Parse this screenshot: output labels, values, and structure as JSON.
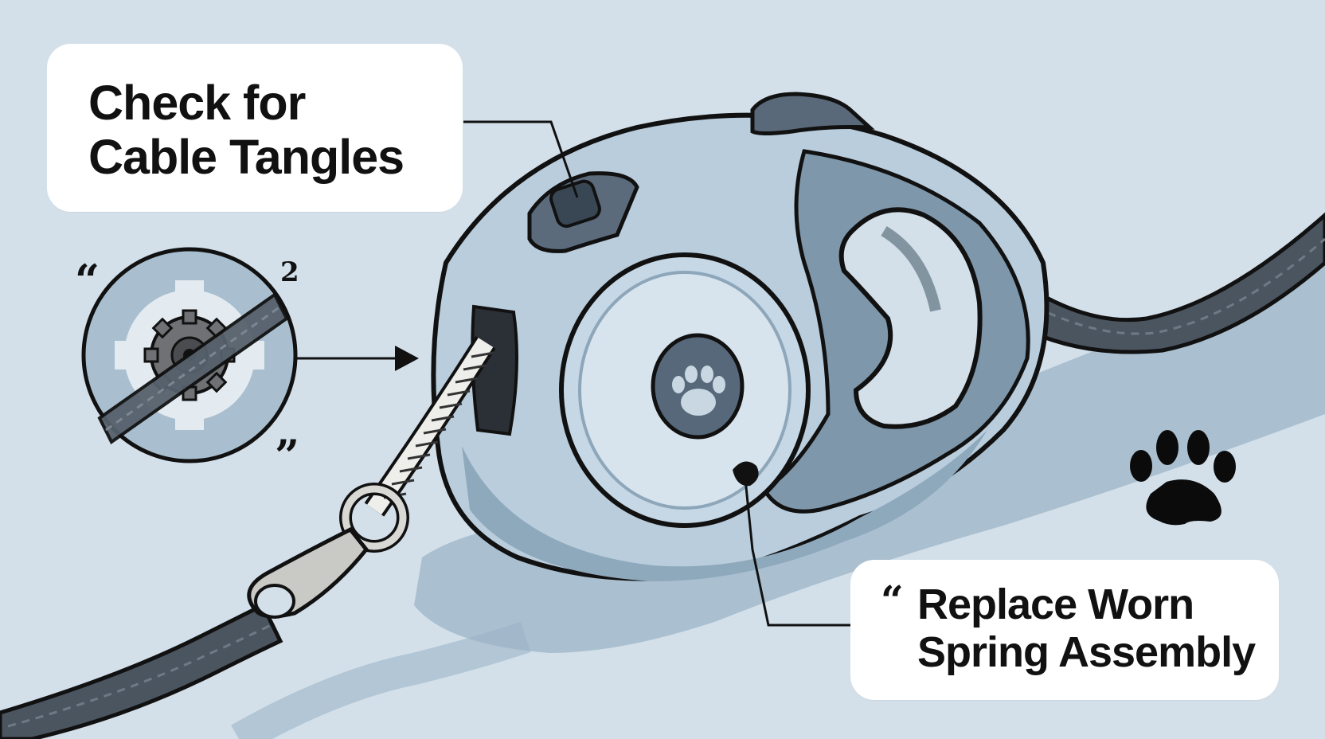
{
  "callouts": {
    "top": {
      "text": "Check for\nCable Tangles"
    },
    "bottom": {
      "open_quote": "“",
      "text": "Replace Worn\nSpring Assembly"
    }
  },
  "inset": {
    "open_quote": "“",
    "close_quote": "”",
    "number": "2"
  },
  "icons": [
    "gear-icon",
    "paw-icon",
    "paw-print-icon",
    "arrow-right-icon"
  ],
  "colors": {
    "background": "#d3e0ea",
    "device_body": "#b5cbdb",
    "device_dark": "#536676",
    "leash": "#4a5560",
    "shadow": "#8fa9bd"
  }
}
